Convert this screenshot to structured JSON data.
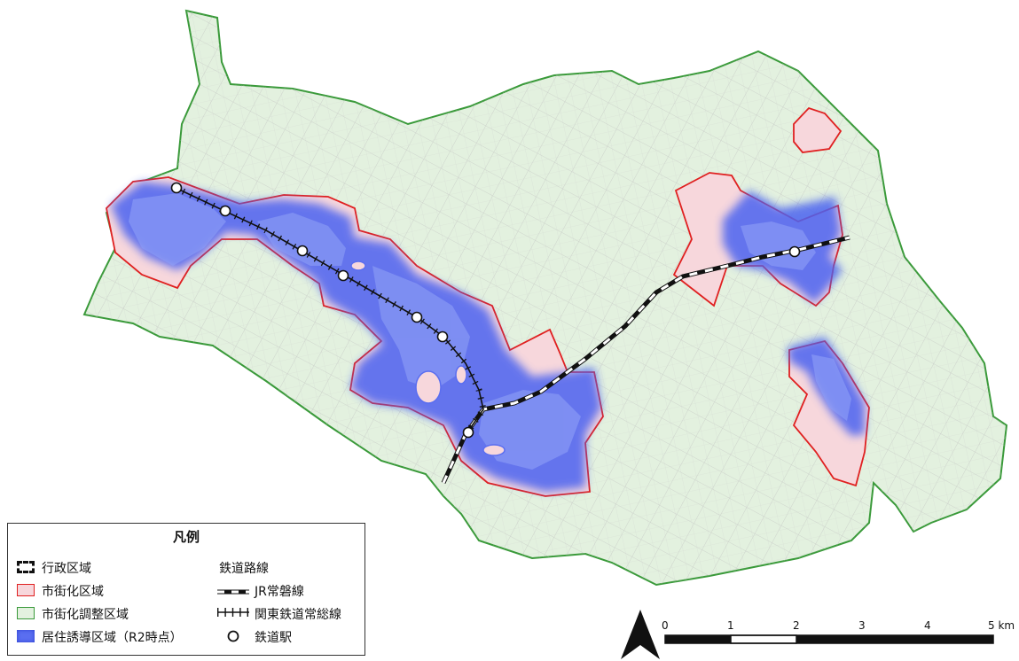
{
  "legend": {
    "title": "凡例",
    "admin_boundary": "行政区域",
    "urbanization_area": "市街化区域",
    "urbanization_control_area": "市街化調整区域",
    "residence_area": "居住誘導区域（R2時点）",
    "railway_header": "鉄道路線",
    "jr_joban": "JR常磐線",
    "kanto_joso": "関東鉄道常総線",
    "station": "鉄道駅"
  },
  "scale": {
    "ticks": [
      "0",
      "1",
      "2",
      "3",
      "4",
      "5 km"
    ]
  },
  "colors": {
    "control_fill": "#e3f1df",
    "control_stroke": "#3a9a3a",
    "urban_fill": "#f7d7dc",
    "urban_stroke": "#e02020",
    "residence": "#5a6ef0",
    "road": "#b8b8b8"
  }
}
